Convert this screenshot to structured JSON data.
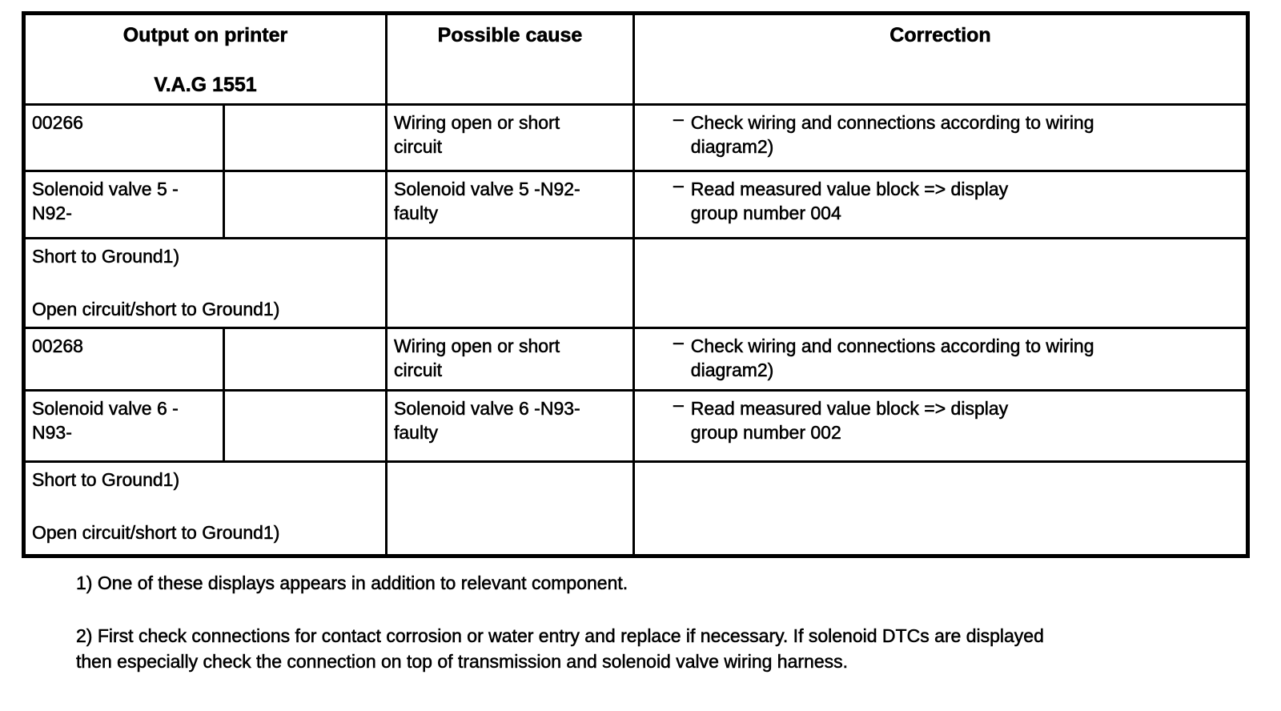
{
  "table": {
    "header": {
      "output_title": "Output on printer",
      "output_subtitle": "V.A.G 1551",
      "possible_cause": "Possible cause",
      "correction": "Correction"
    },
    "dash": "–",
    "rows": {
      "r1": {
        "code": "00266",
        "cause": [
          "Wiring open or short",
          "circuit"
        ],
        "correction": [
          "Check wiring and connections according to wiring",
          "diagram2)"
        ]
      },
      "r2": {
        "component": [
          "Solenoid valve 5 -",
          "N92-"
        ],
        "cause": [
          "Solenoid valve 5 -N92-",
          "faulty"
        ],
        "correction": [
          "Read measured value block => display",
          "group number 004"
        ]
      },
      "r3": {
        "line1": "Short to Ground1)",
        "line2": "Open circuit/short to Ground1)"
      },
      "r4": {
        "code": "00268",
        "cause": [
          "Wiring open or short",
          "circuit"
        ],
        "correction": [
          "Check wiring and connections according to wiring",
          "diagram2)"
        ]
      },
      "r5": {
        "component": [
          "Solenoid valve 6 -",
          "N93-"
        ],
        "cause": [
          "Solenoid valve 6 -N93-",
          "faulty"
        ],
        "correction": [
          "Read measured value block => display",
          "group number 002"
        ]
      },
      "r6": {
        "line1": "Short to Ground1)",
        "line2": "Open circuit/short to Ground1)"
      }
    }
  },
  "footnotes": {
    "f1": "1) One of these displays appears in addition to relevant component.",
    "f2_line1": "2) First check connections for contact corrosion or water entry and replace if necessary. If solenoid DTCs are displayed",
    "f2_line2": "then especially check the connection on top of transmission and solenoid valve wiring harness."
  }
}
